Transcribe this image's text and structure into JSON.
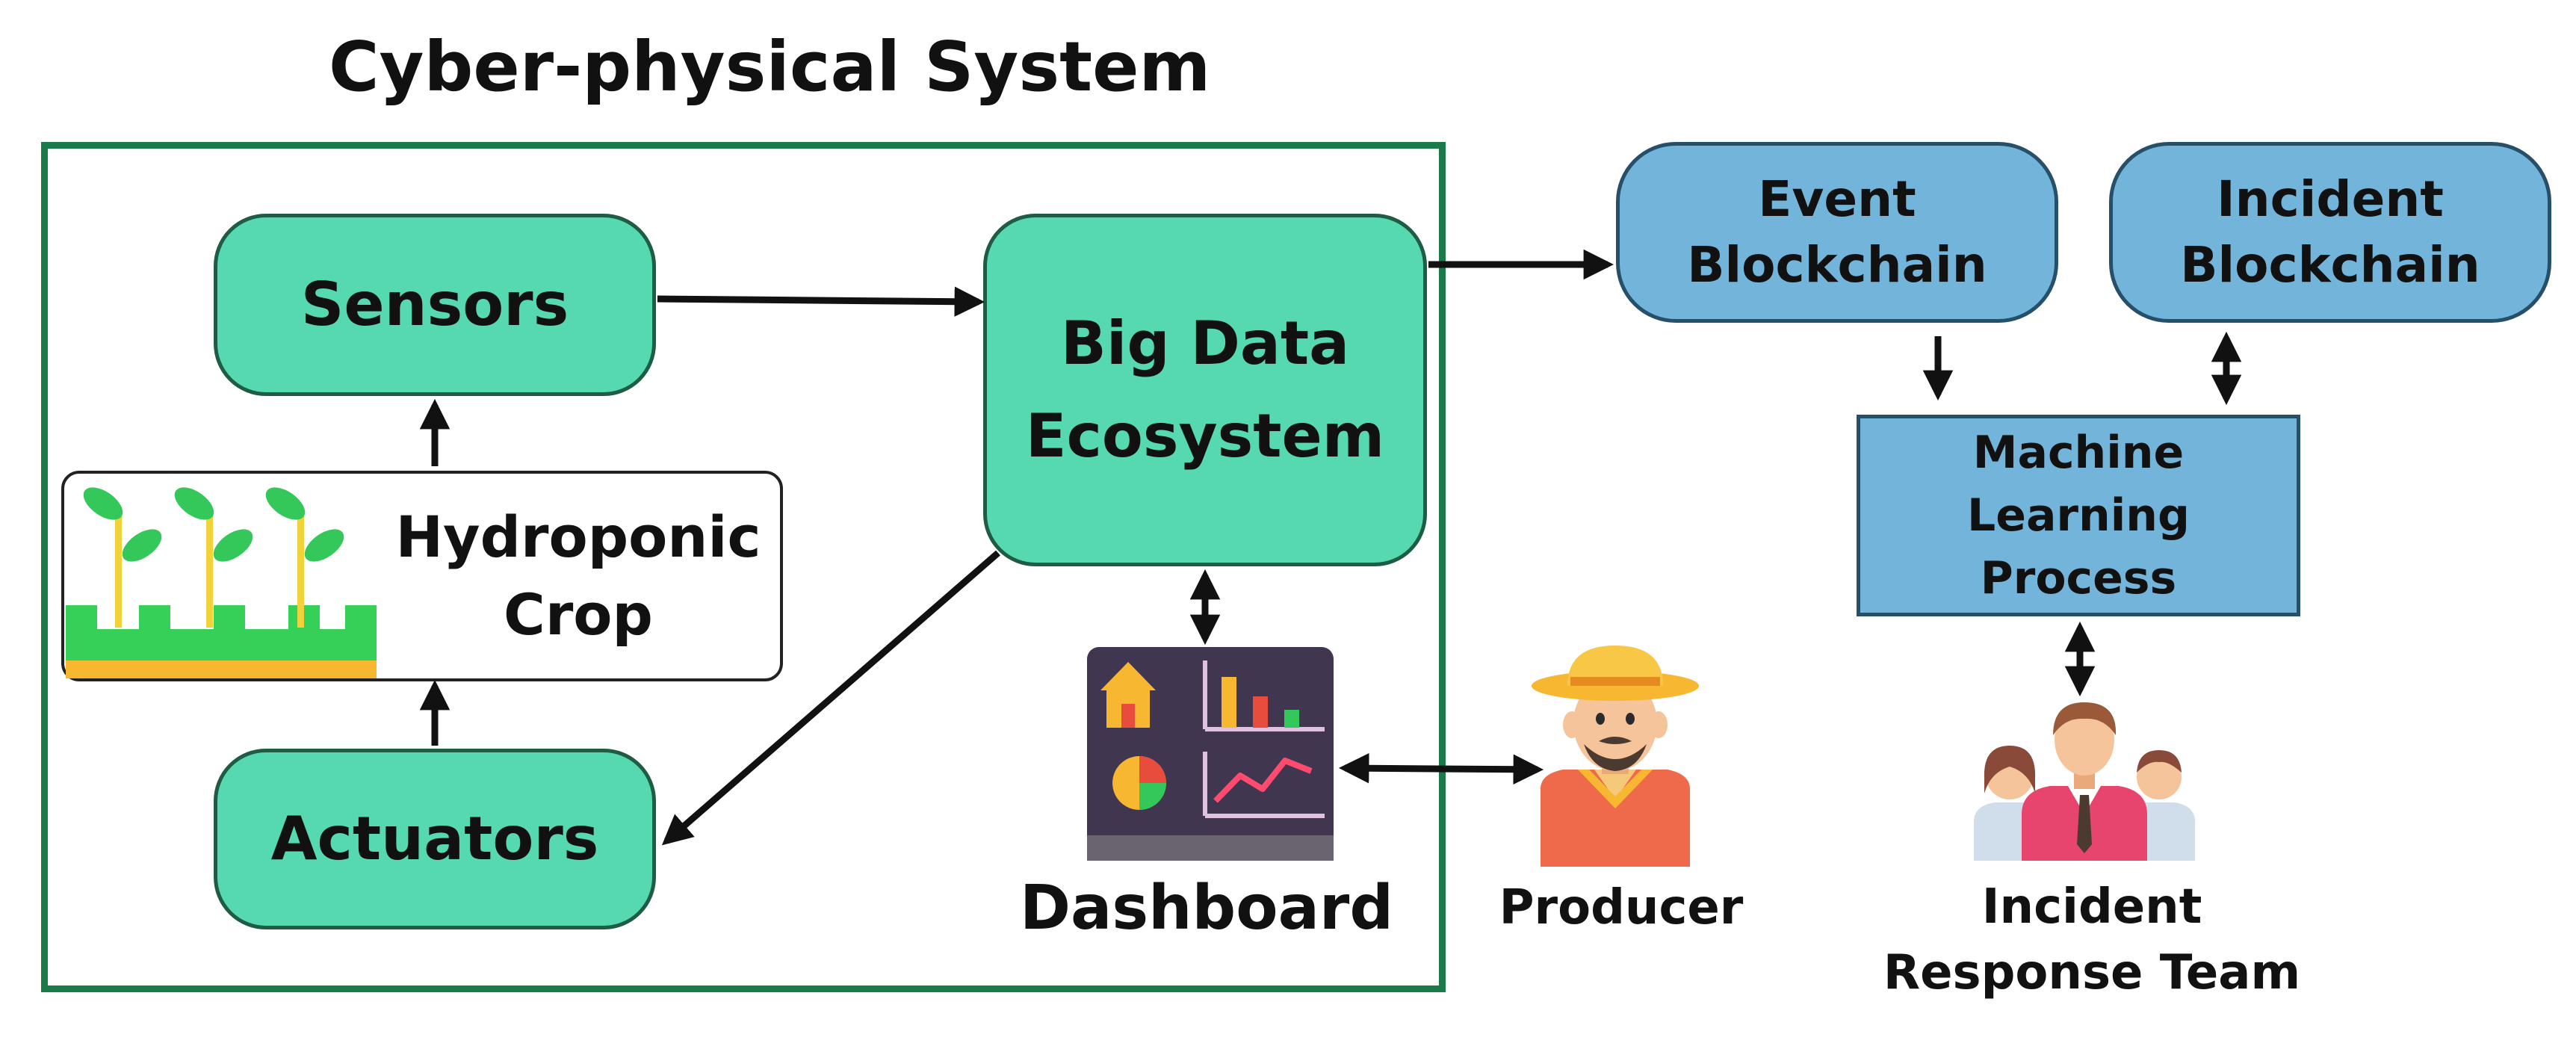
{
  "frame": {
    "title": "Cyber-physical System"
  },
  "nodes": {
    "sensors": "Sensors",
    "actuators": "Actuators",
    "big_data": [
      "Big Data",
      "Ecosystem"
    ],
    "hydroponic": [
      "Hydroponic",
      "Crop"
    ],
    "event_blockchain": [
      "Event",
      "Blockchain"
    ],
    "incident_blockchain": [
      "Incident",
      "Blockchain"
    ],
    "ml_process": [
      "Machine",
      "Learning",
      "Process"
    ],
    "dashboard": "Dashboard",
    "producer": "Producer",
    "response_team": [
      "Incident",
      "Response Team"
    ]
  },
  "colors": {
    "frame": "#1b7a4a",
    "green_node": "#56d8b0",
    "blue_node": "#73b5da",
    "arrow": "#111111"
  },
  "icons": {
    "hydroponic": "plant-sprouts-icon",
    "dashboard": "analytics-dashboard-icon",
    "producer": "farmer-icon",
    "response_team": "team-people-icon"
  }
}
